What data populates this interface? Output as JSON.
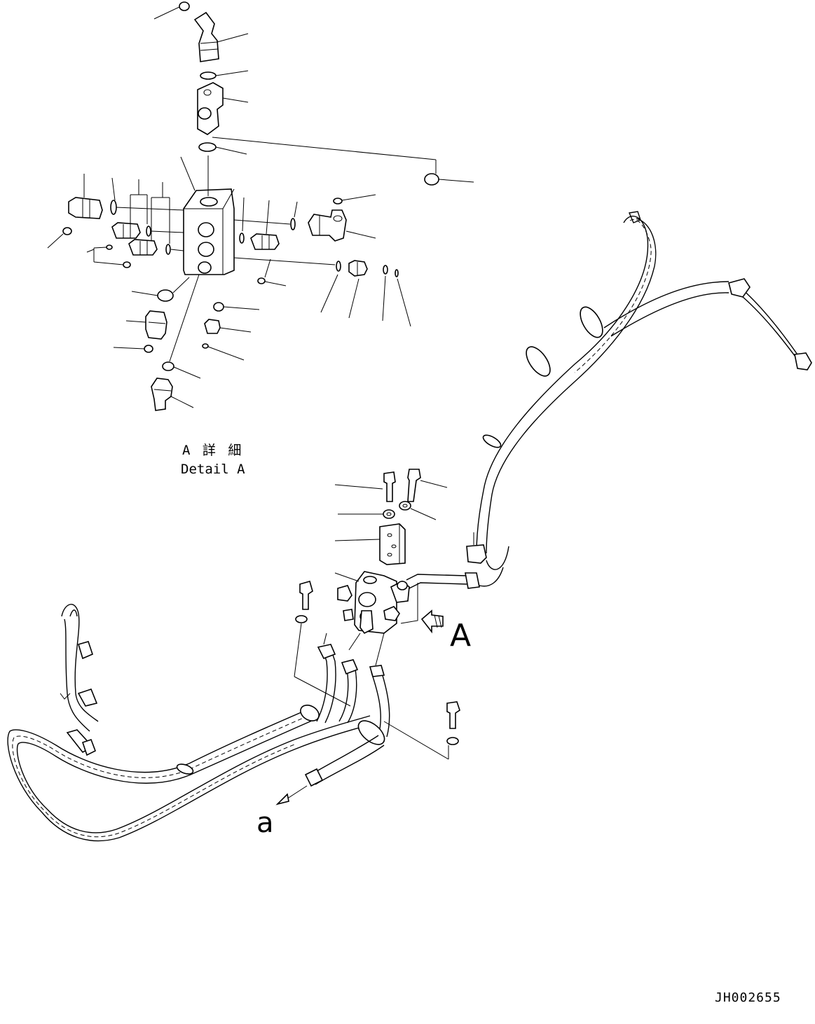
{
  "detail_caption": {
    "japanese": "A 詳 細",
    "english": "Detail A"
  },
  "view_arrow_label": "A",
  "direction_label": "a",
  "drawing_number": "JH002655"
}
